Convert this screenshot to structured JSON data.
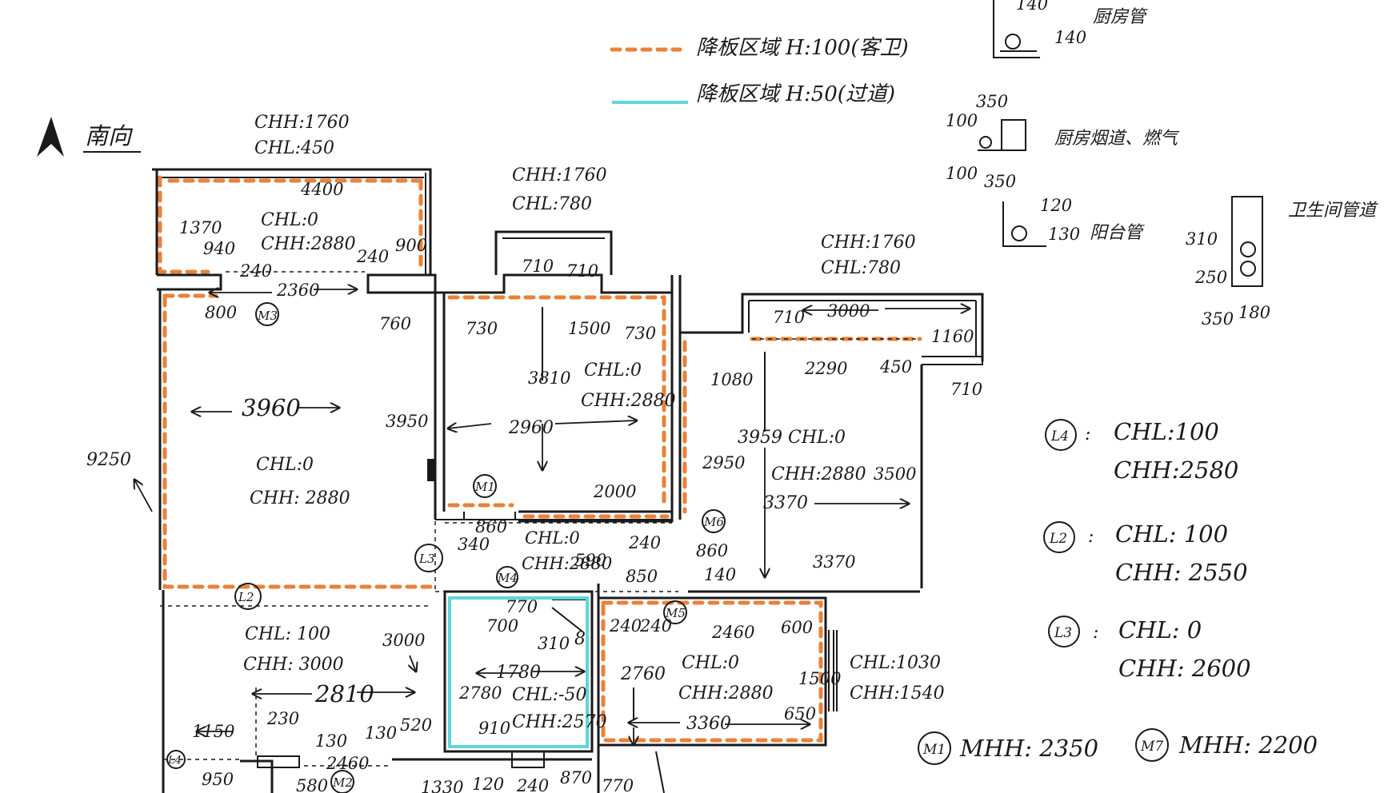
{
  "north": {
    "label": "南向"
  },
  "legend": [
    {
      "text": "降板区域 H:100(客卫)",
      "color": "#e8823a"
    },
    {
      "text": "降板区域 H:50(过道)",
      "color": "#5fd6d8"
    }
  ],
  "equipment": {
    "kitchen_pipe": {
      "label": "厨房管",
      "d1": "140",
      "d2": "140"
    },
    "kitchen_flue": {
      "label": "厨房烟道、燃气",
      "d1": "350",
      "d2": "100",
      "d3": "100",
      "d4": "350"
    },
    "balcony_pipe": {
      "label": "阳台管",
      "d1": "120",
      "d2": "130"
    },
    "bath_pipe": {
      "label": "卫生间管道",
      "d1": "310",
      "d2": "250",
      "d3": "350",
      "d4": "180"
    }
  },
  "rooms": {
    "top_left_balcony": {
      "hh": "CHH:1760",
      "hl": "CHL:450",
      "hl2": "CHL:0",
      "hh2": "CHH:2880"
    },
    "top_mid_balcony": {
      "hh": "CHH:1760",
      "hl": "CHL:780"
    },
    "top_right_balcony": {
      "hh": "CHH:1760",
      "hl": "CHL:780"
    },
    "living": {
      "hl": "CHL:0",
      "hh": "CHH: 2880"
    },
    "mid_room": {
      "hl": "CHL:0",
      "hh": "CHH:2880"
    },
    "right_room": {
      "hl": "3959 CHL:0",
      "hh": "CHH:2880"
    },
    "corridor": {
      "hl": "CHL:0",
      "hh": "CHH:2880"
    },
    "dining": {
      "hl": "CHL: 100",
      "hh": "CHH: 3000"
    },
    "bath": {
      "hl": "CHL:-50",
      "hh": "CHH:2570"
    },
    "bedroom_br": {
      "hl": "CHL:0",
      "hh": "CHH:2880"
    },
    "window_br": {
      "hl": "CHL:1030",
      "hh": "CHH:1540"
    }
  },
  "dims": {
    "d4400": "4400",
    "d1370": "1370",
    "d940": "940",
    "d240a": "240",
    "d240b": "240",
    "d900": "900",
    "d2360": "2360",
    "d800": "800",
    "d760": "760",
    "d710a": "710",
    "d710b": "710",
    "d730a": "730",
    "d730b": "730",
    "d1500": "1500",
    "d3810": "3810",
    "d3960": "3960",
    "d3950": "3950",
    "d9250": "9250",
    "d2960": "2960",
    "d2000": "2000",
    "d710c": "710",
    "d3000": "3000",
    "d1160": "1160",
    "d1080": "1080",
    "d2290": "2290",
    "d450": "450",
    "d710d": "710",
    "d2950": "2950",
    "d3500": "3500",
    "d3370a": "3370",
    "d3370b": "3370",
    "d860a": "860",
    "d340": "340",
    "d590": "590",
    "d240c": "240",
    "d860b": "860",
    "d140": "140",
    "d850": "850",
    "d770": "770",
    "d700": "700",
    "d310": "310",
    "d8": "8",
    "d1780": "1780",
    "d2780": "2780",
    "d910": "910",
    "d240d": "240",
    "d240e": "240",
    "d2460": "2460",
    "d600": "600",
    "d2760": "2760",
    "d1500b": "1500",
    "d650": "650",
    "d3360": "3360",
    "d3000b": "3000",
    "d2810": "2810",
    "d1150": "1150",
    "d230": "230",
    "d130a": "130",
    "d130b": "130",
    "d520": "520",
    "d2460b": "2460",
    "d950": "950",
    "d580": "580",
    "d1330": "1330",
    "d120": "120",
    "d240f": "240",
    "d870": "870",
    "d770b": "770"
  },
  "markers": {
    "m3": "M3",
    "m1": "M1",
    "m6": "M6",
    "m4": "M4",
    "m5": "M5",
    "m2": "M2",
    "l2": "L2",
    "l3": "L3",
    "l4": "L4"
  },
  "spec": {
    "l4": {
      "tag": "L4",
      "hl": "CHL:100",
      "hh": "CHH:2580"
    },
    "l2": {
      "tag": "L2",
      "hl": "CHL: 100",
      "hh": "CHH: 2550"
    },
    "l3": {
      "tag": "L3",
      "hl": "CHL: 0",
      "hh": "CHH: 2600"
    },
    "m1": {
      "tag": "M1",
      "val": "MHH: 2350"
    },
    "m7": {
      "tag": "M7",
      "val": "MHH: 2200"
    }
  }
}
